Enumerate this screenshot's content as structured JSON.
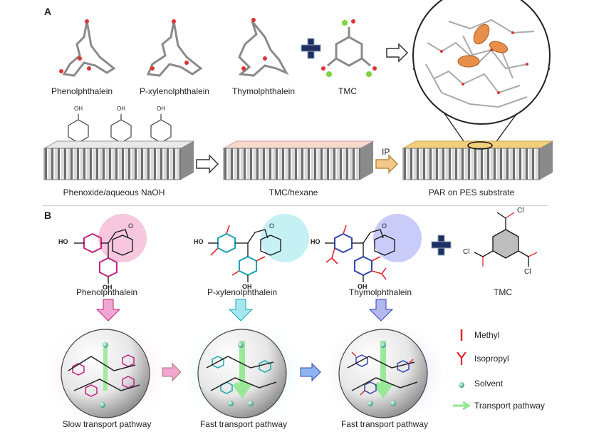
{
  "panel_a": {
    "letter": "A",
    "molecules": [
      "Phenolphthalein",
      "P-xylenolphthalein",
      "Thymolphthalein",
      "TMC"
    ],
    "stages": [
      "Phenoxide/aqueous NaOH",
      "TMC/hexane",
      "PAR on PES substrate"
    ],
    "ip_label": "IP",
    "oh_label": "OH"
  },
  "panel_b": {
    "letter": "B",
    "monomers": [
      "Phenolphthalein",
      "P-xylenolphthalein",
      "Thymolphthalein"
    ],
    "tmc_label": "TMC",
    "ho_label": "HO",
    "oh_label": "OH",
    "o_label": "O",
    "cl_label": "Cl",
    "pathways": [
      "Slow transport pathway",
      "Fast transport pathway",
      "Fast transport pathway"
    ],
    "legend": [
      "Methyl",
      "Isopropyl",
      "Solvent",
      "Transport pathway"
    ]
  },
  "colors": {
    "pink": "#c2237f",
    "cyan": "#17a5b3",
    "blue": "#3245b0",
    "red": "#e0262b",
    "tan": "#f3cf7a",
    "orange": "#e8904a",
    "green": "#8fe88f"
  }
}
